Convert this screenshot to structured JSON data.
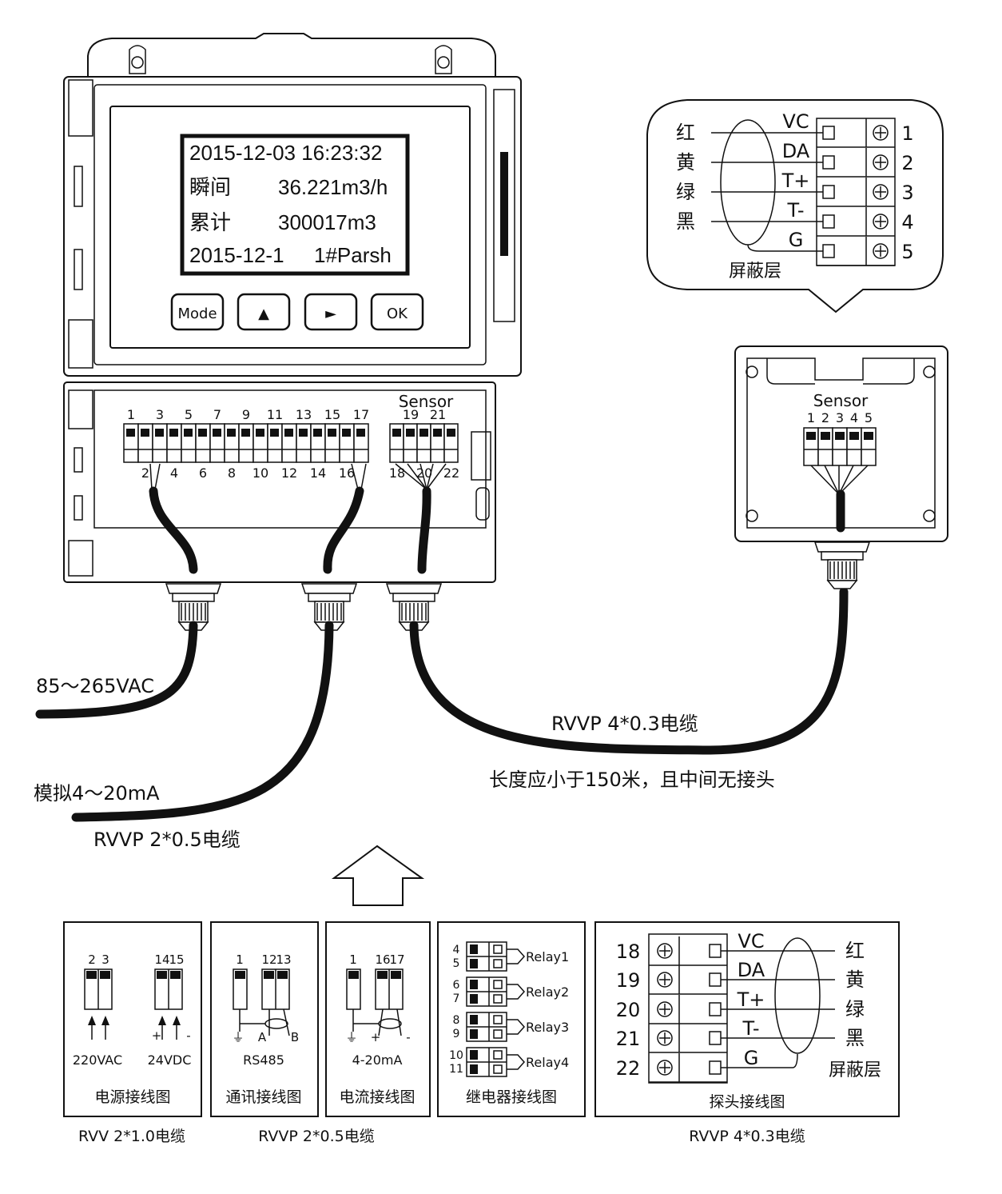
{
  "lcd": {
    "line1": "2015-12-03  16:23:32",
    "line2_label": "瞬间",
    "line2_value": "36.221m3/h",
    "line3_label": "累计",
    "line3_value": "300017m3",
    "line4_left": "2015-12-1",
    "line4_right": "1#Parsh"
  },
  "keys": {
    "mode": "Mode",
    "up": "▲",
    "right": "►",
    "ok": "OK"
  },
  "terminal_block": {
    "sensor_label": "Sensor",
    "top_numbers": [
      "1",
      "3",
      "5",
      "7",
      "9",
      "11",
      "13",
      "15",
      "17",
      "19",
      "21"
    ],
    "bottom_numbers": [
      "2",
      "4",
      "6",
      "8",
      "10",
      "12",
      "14",
      "16",
      "18",
      "20",
      "22"
    ]
  },
  "sensor_box": {
    "label": "Sensor",
    "numbers": [
      "1",
      "2",
      "3",
      "4",
      "5"
    ]
  },
  "callout": {
    "colors": [
      "红",
      "黄",
      "绿",
      "黑"
    ],
    "signals": [
      "VC",
      "DA",
      "T+",
      "T-",
      "G"
    ],
    "pins": [
      "1",
      "2",
      "3",
      "4",
      "5"
    ],
    "shield": "屏蔽层"
  },
  "labels": {
    "power_in": "85～265VAC",
    "analog_out": "模拟4～20mA",
    "analog_cable": "RVVP 2*0.5电缆",
    "sensor_cable": "RVVP 4*0.3电缆",
    "sensor_note": "长度应小于150米，且中间无接头"
  },
  "panels": {
    "power": {
      "pins_left": [
        "2",
        "3"
      ],
      "pins_right": [
        "14",
        "15"
      ],
      "ac": "220VAC",
      "dc": "24VDC",
      "plus": "+",
      "minus": "-",
      "title": "电源接线图"
    },
    "comm": {
      "pins": [
        "1",
        "12",
        "13"
      ],
      "gnd": "⏚",
      "a": "A",
      "b": "B",
      "proto": "RS485",
      "title": "通讯接线图"
    },
    "current": {
      "pins": [
        "1",
        "16",
        "17"
      ],
      "plus": "+",
      "minus": "-",
      "signal": "4-20mA",
      "title": "电流接线图"
    },
    "relay": {
      "pairs": [
        [
          "4",
          "5"
        ],
        [
          "6",
          "7"
        ],
        [
          "8",
          "9"
        ],
        [
          "10",
          "11"
        ]
      ],
      "names": [
        "Relay1",
        "Relay2",
        "Relay3",
        "Relay4"
      ],
      "title": "继电器接线图"
    },
    "probe": {
      "pins": [
        "18",
        "19",
        "20",
        "21",
        "22"
      ],
      "signals": [
        "VC",
        "DA",
        "T+",
        "T-",
        "G"
      ],
      "colors": [
        "红",
        "黄",
        "绿",
        "黑"
      ],
      "shield": "屏蔽层",
      "title": "探头接线图"
    }
  },
  "cable_specs": {
    "power": "RVV 2*1.0电缆",
    "comm_current": "RVVP 2*0.5电缆",
    "probe": "RVVP 4*0.3电缆"
  }
}
